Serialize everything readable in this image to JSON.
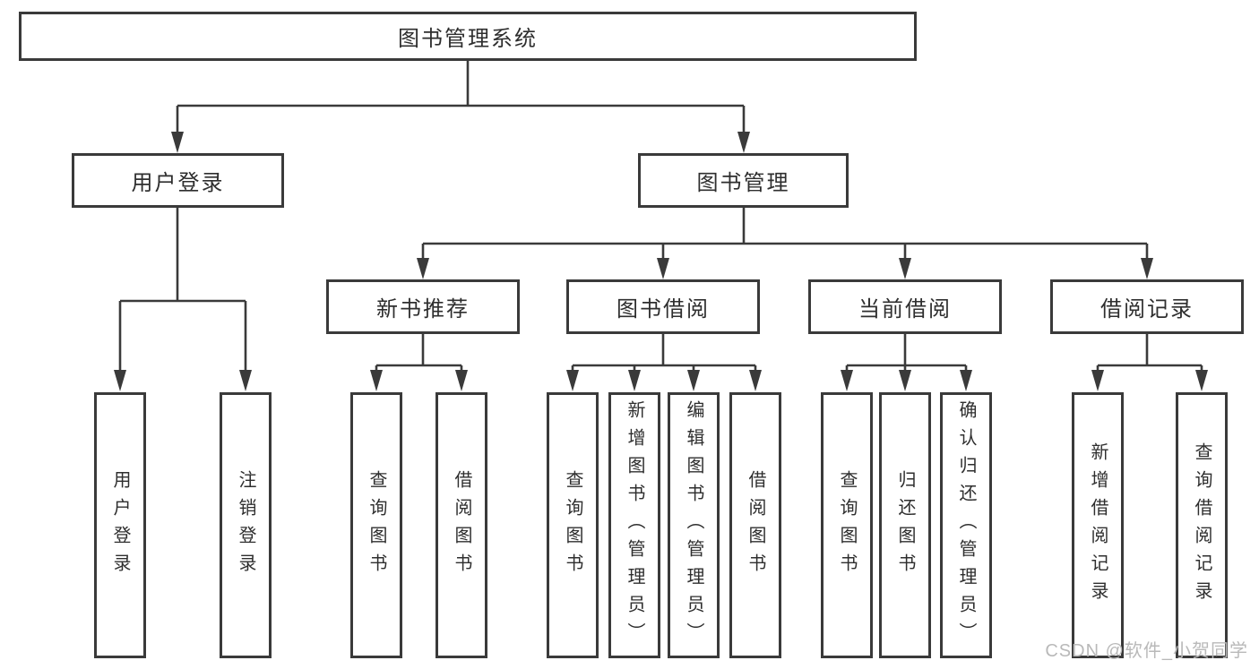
{
  "nodes": {
    "root": "图书管理系统",
    "user_login": "用户登录",
    "book_mgmt": "图书管理",
    "new_books": "新书推荐",
    "book_borrow": "图书借阅",
    "current_borrow": "当前借阅",
    "borrow_records": "借阅记录"
  },
  "leaves": {
    "user_login": [
      "用户登录",
      "注销登录"
    ],
    "new_books": [
      "查询图书",
      "借阅图书"
    ],
    "book_borrow": [
      "查询图书",
      "新增图书（管理员）",
      "编辑图书（管理员）",
      "借阅图书"
    ],
    "current_borrow": [
      "查询图书",
      "归还图书",
      "确认归还（管理员）"
    ],
    "borrow_records": [
      "新增借阅记录",
      "查询借阅记录"
    ]
  },
  "watermark": "CSDN @软件_小贺同学",
  "colors": {
    "line": "#3a3a3a",
    "text": "#2e2e2e",
    "watermark": "#b9b9b9",
    "background": "#ffffff"
  }
}
